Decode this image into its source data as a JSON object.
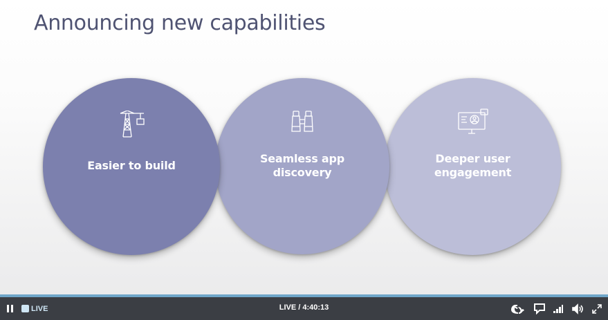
{
  "slide": {
    "title": "Announcing new capabilities",
    "circles": [
      {
        "label": "Easier to build",
        "icon": "crane-icon",
        "color": "#7c80ae"
      },
      {
        "label": "Seamless app discovery",
        "icon": "binoculars-icon",
        "color": "#a2a5c8"
      },
      {
        "label": "Deeper user engagement",
        "icon": "monitor-user-icon",
        "color": "#bcbed8"
      }
    ]
  },
  "player": {
    "live_label": "LIVE",
    "timecode": "LIVE / 4:40:13",
    "progress_fraction": 1.0,
    "accent_color": "#6fa6c9",
    "bar_color": "#3b3e44",
    "buttons": [
      "pause-icon",
      "sign-language-icon",
      "captions-icon",
      "quality-icon",
      "volume-icon",
      "fullscreen-icon"
    ]
  }
}
